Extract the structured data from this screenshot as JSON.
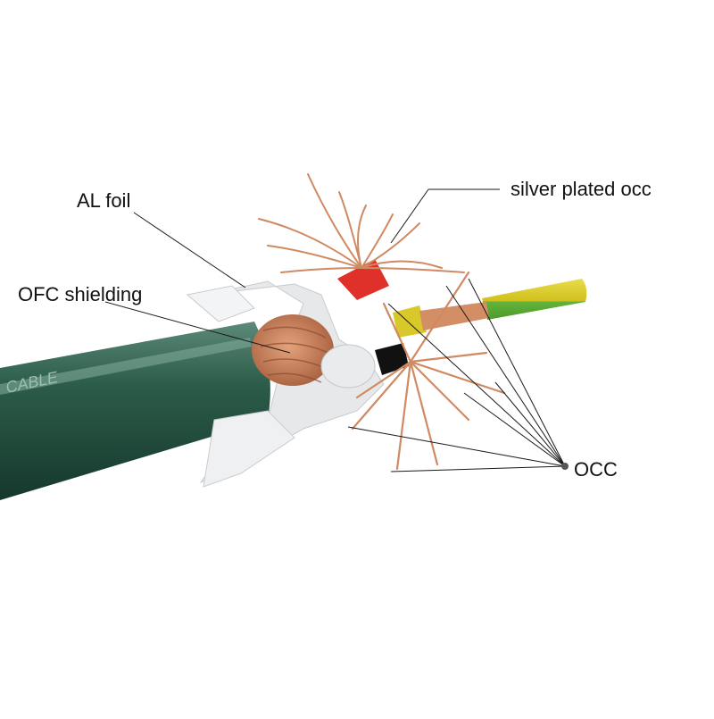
{
  "labels": {
    "silver_plated_occ": "silver plated  occ",
    "al_foil": "AL foil",
    "ofc_shielding": "OFC shielding",
    "occ": "OCC"
  },
  "cable_print": "CABLE",
  "colors": {
    "jacket_green": "#1f4a3b",
    "jacket_highlight": "#5c8a78",
    "copper": "#c67a52",
    "copper_light": "#e3a27c",
    "foil": "#e6e8ea",
    "yellow_green": "#d8c82a",
    "green_stripe": "#62b33a",
    "red_insulation": "#e0302a",
    "black_insulation": "#111111",
    "leader_line": "#1a1a1a",
    "label_text": "#111111"
  }
}
